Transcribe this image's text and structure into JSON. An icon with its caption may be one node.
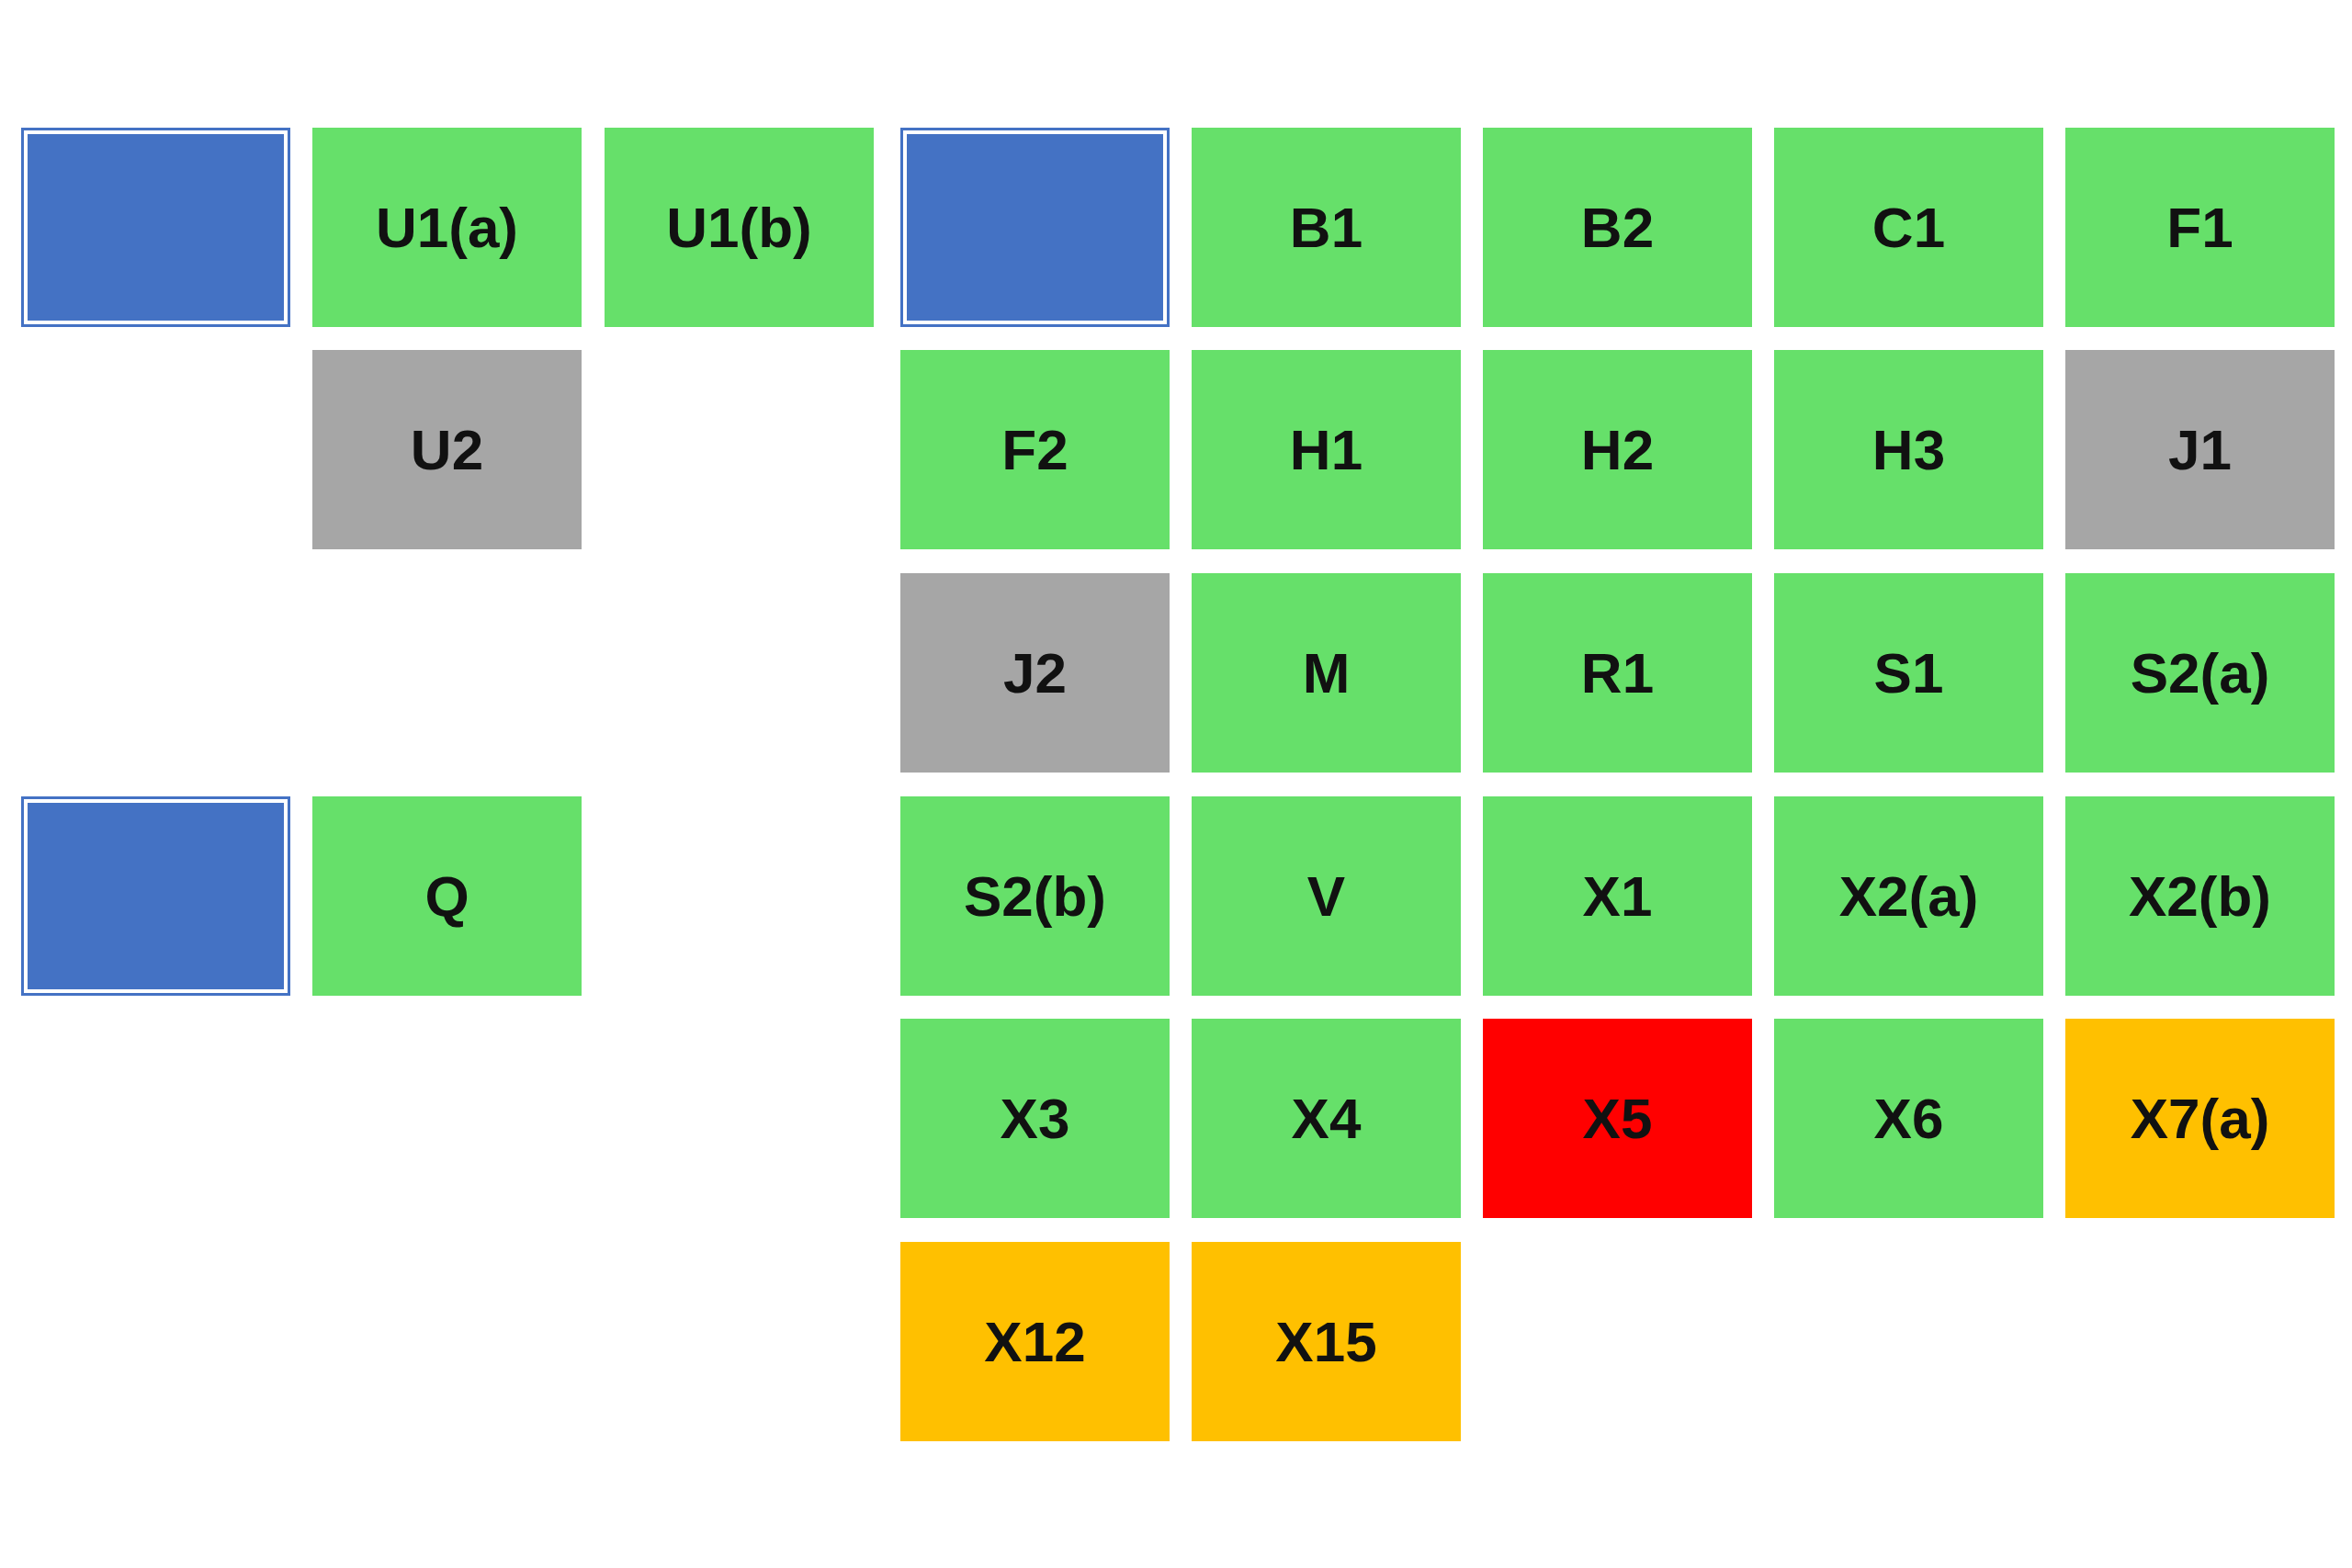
{
  "diagram": {
    "nodes": [
      {
        "text": [],
        "shape": "box"
      },
      {
        "text": [
          "U1(a)"
        ]
      },
      {
        "text": [
          "U1(b)"
        ]
      },
      {
        "text": [],
        "shape": "box"
      },
      {
        "text": [
          "B1"
        ]
      },
      {
        "text": [
          "B2"
        ]
      },
      {
        "text": [
          "C1"
        ]
      },
      {
        "text": [
          "F1"
        ]
      },
      {
        "text": [
          "U2"
        ]
      },
      {
        "text": [
          "F2"
        ]
      },
      {
        "text": [
          "H1"
        ]
      },
      {
        "text": [
          "H2"
        ]
      },
      {
        "text": [
          "H3"
        ]
      },
      {
        "text": [
          "J1"
        ]
      },
      {
        "text": [
          "J2"
        ]
      },
      {
        "text": [
          "M"
        ]
      },
      {
        "text": [
          "R1"
        ]
      },
      {
        "text": [
          "S1"
        ]
      },
      {
        "text": [
          "S2(a)"
        ]
      },
      {
        "text": [],
        "shape": "box"
      },
      {
        "text": [
          "Q"
        ]
      },
      {
        "text": [
          "S2(b)"
        ]
      },
      {
        "text": [
          "V"
        ]
      },
      {
        "text": [
          "X1"
        ]
      },
      {
        "text": [
          "X2(a)"
        ]
      },
      {
        "text": [
          "X2(b)"
        ]
      },
      {
        "text": [
          "X3"
        ]
      },
      {
        "text": [
          "X4"
        ]
      },
      {
        "text": [
          "X5"
        ]
      },
      {
        "text": [
          "X6"
        ]
      },
      {
        "text": [
          "X7(a)"
        ]
      },
      {
        "text": [
          "X12"
        ]
      },
      {
        "text": [
          "X15"
        ]
      }
    ]
  }
}
